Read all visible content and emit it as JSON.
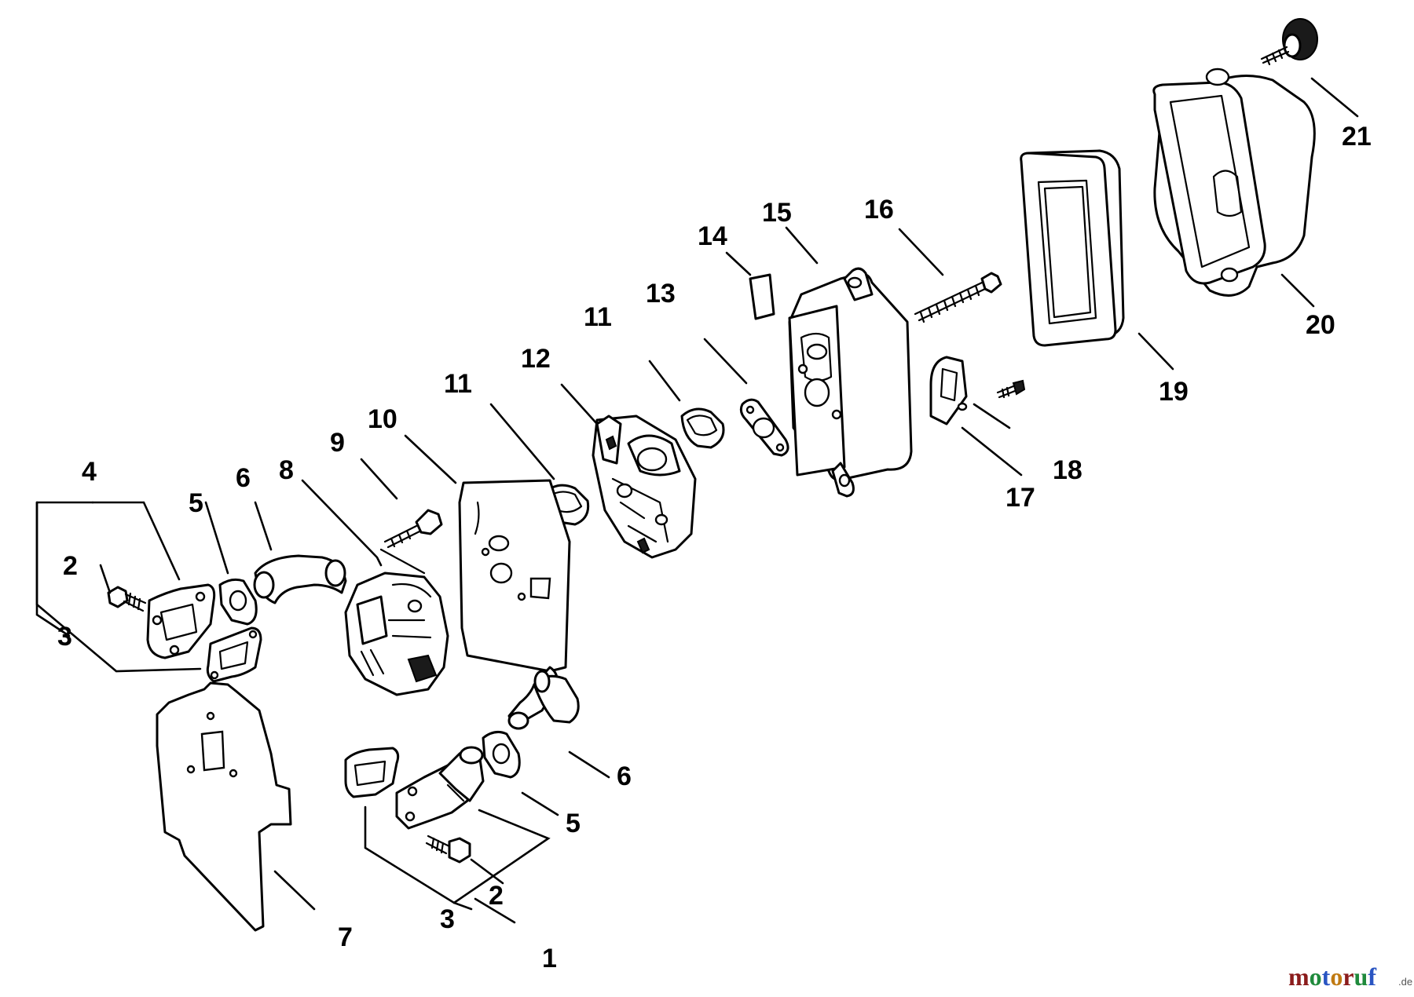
{
  "callouts": [
    "1",
    "2",
    "2",
    "3",
    "3",
    "4",
    "5",
    "5",
    "6",
    "6",
    "7",
    "8",
    "9",
    "10",
    "11",
    "11",
    "12",
    "13",
    "14",
    "15",
    "16",
    "17",
    "18",
    "19",
    "20",
    "21"
  ],
  "watermark": {
    "text": "motoruf",
    "suffix": ".de",
    "letter_colors": [
      "#8b1c1c",
      "#1f8a3c",
      "#2a55c2",
      "#c07a12",
      "#8b1c1c",
      "#1f8a3c",
      "#2a55c2"
    ]
  }
}
